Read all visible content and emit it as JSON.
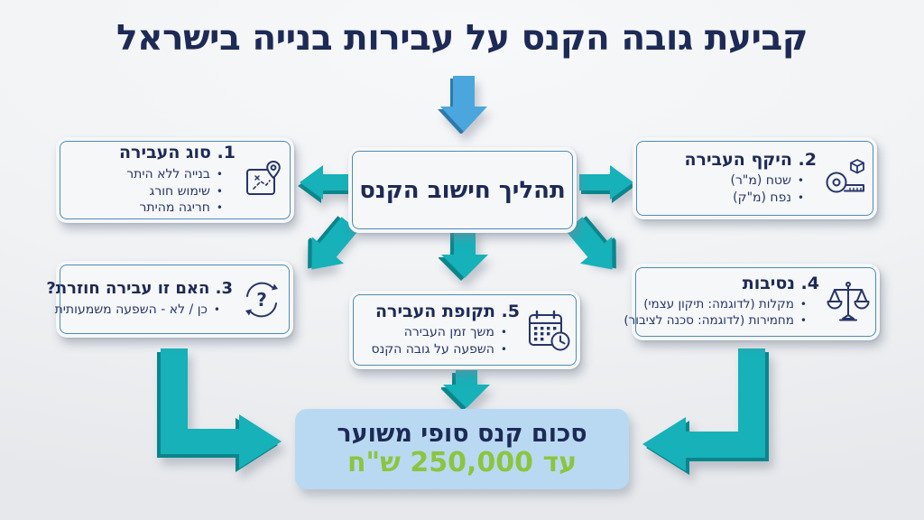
{
  "title": "קביעת גובה הקנס על עבירות בנייה בישראל",
  "center": {
    "label": "תהליך חישוב הקנס"
  },
  "boxes": [
    {
      "title": "1. סוג העבירה",
      "icon": "map-location-icon",
      "bullets": [
        "בנייה ללא היתר",
        "שימוש חורג",
        "חריגה מהיתר"
      ]
    },
    {
      "title": "2. היקף העבירה",
      "icon": "measuring-tape-icon",
      "bullets": [
        "שטח (מ\"ר)",
        "נפח (מ\"ק)"
      ]
    },
    {
      "title": "3. האם זו עבירה חוזרת?",
      "icon": "repeat-question-icon",
      "bullets": [
        "כן / לא - השפעה משמעותית"
      ]
    },
    {
      "title": "4. נסיבות",
      "icon": "scales-icon",
      "bullets": [
        "מקלות (לדוגמה: תיקון עצמי)",
        "מחמירות (לדוגמה: סכנה לציבור)"
      ]
    },
    {
      "title": "5. תקופת העבירה",
      "icon": "calendar-clock-icon",
      "bullets": [
        "משך זמן העבירה",
        "השפעה על גובה הקנס"
      ]
    }
  ],
  "result": {
    "line1": "סכום קנס סופי משוער",
    "line2": "עד 250,000 ש\"ח"
  },
  "colors": {
    "navy": "#1d2a56",
    "teal": "#16b1b9",
    "teal_dark": "#0b858c",
    "blue_arrow": "#4aa6dd",
    "blue_arrow_dark": "#2c79ac",
    "result_bg": "#b9d9f2",
    "green": "#8bc53f",
    "card_border": "#4d8cb8"
  }
}
